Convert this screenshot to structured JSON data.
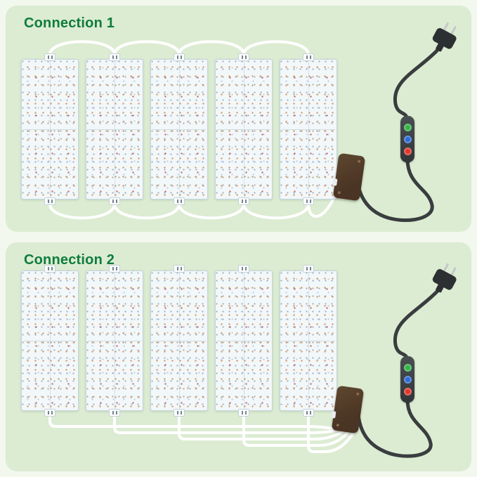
{
  "sections": [
    {
      "title": "Connection 1",
      "wiring": "series-daisy-chain",
      "panel_count": 5
    },
    {
      "title": "Connection 2",
      "wiring": "parallel-to-hub",
      "panel_count": 5
    }
  ],
  "hardware": {
    "controller": {
      "buttons": [
        {
          "name": "controller-button-green",
          "color": "#35b44a"
        },
        {
          "name": "controller-button-blue",
          "color": "#2f6bd8"
        },
        {
          "name": "controller-button-red",
          "color": "#e0372c"
        }
      ]
    },
    "junction_box": {
      "color": "#4a3423"
    },
    "plug": {
      "type": "2-prong power plug"
    }
  },
  "colors": {
    "page_bg": "#f3f8ee",
    "card_bg": "#dcecd2",
    "title": "#0e7c3c",
    "cable_white": "#ffffff",
    "cable_dark": "#3a3d3f",
    "panel_bg": "#f2f7fa",
    "junction_box": "#4a3423"
  }
}
